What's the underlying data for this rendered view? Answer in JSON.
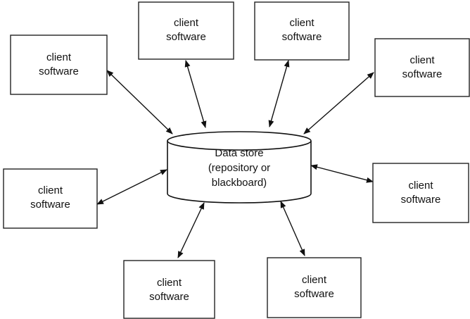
{
  "data_store": {
    "line1": "Data store",
    "line2": "(repository or",
    "line3": "blackboard)"
  },
  "clients": [
    {
      "line1": "client",
      "line2": "software"
    },
    {
      "line1": "client",
      "line2": "software"
    },
    {
      "line1": "client",
      "line2": "software"
    },
    {
      "line1": "client",
      "line2": "software"
    },
    {
      "line1": "client",
      "line2": "software"
    },
    {
      "line1": "client",
      "line2": "software"
    },
    {
      "line1": "client",
      "line2": "software"
    },
    {
      "line1": "client",
      "line2": "software"
    }
  ],
  "colors": {
    "stroke": "#111111",
    "background": "#ffffff"
  }
}
